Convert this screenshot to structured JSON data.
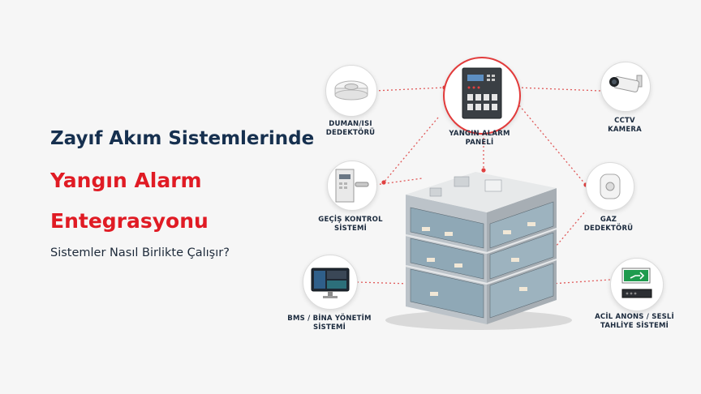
{
  "headline": {
    "line1": "Zayıf Akım Sistemlerinde",
    "line2": "Yangın Alarm",
    "line3": "Entegrasyonu",
    "subtitle": "Sistemler Nasıl Birlikte Çalışır?"
  },
  "nodes": {
    "smoke": {
      "line1": "DUMAN/ISI",
      "line2": "DEDEKTÖRÜ",
      "icon": "smoke-detector-icon"
    },
    "panel": {
      "line1": "YANGIN ALARM",
      "line2": "PANELİ",
      "icon": "fire-alarm-panel-icon"
    },
    "cctv": {
      "line1": "CCTV",
      "line2": "KAMERA",
      "icon": "cctv-camera-icon"
    },
    "access": {
      "line1": "GEÇİŞ KONTROL",
      "line2": "SİSTEMİ",
      "icon": "access-control-icon"
    },
    "gas": {
      "line1": "GAZ",
      "line2": "DEDEKTÖRÜ",
      "icon": "gas-detector-icon"
    },
    "bms": {
      "line1": "BMS / BİNA YÖNETİM",
      "line2": "SİSTEMİ",
      "icon": "bms-monitor-icon"
    },
    "pa": {
      "line1": "ACİL ANONS / SESLİ",
      "line2": "TAHLİYE SİSTEMİ",
      "icon": "exit-sign-icon"
    }
  },
  "colors": {
    "title_navy": "#16304f",
    "accent_red": "#e01b24",
    "connector": "#e05a5a"
  }
}
